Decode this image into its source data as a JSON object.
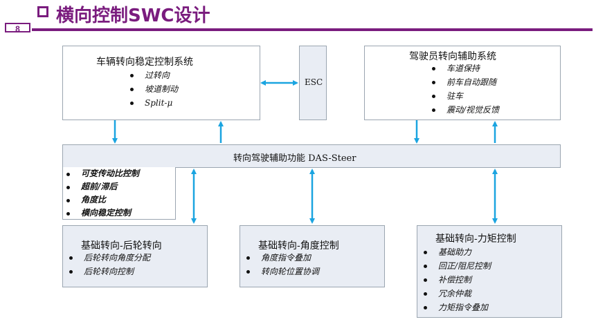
{
  "header": {
    "slide_number": "8",
    "title": "横向控制SWC设计"
  },
  "stability": {
    "title": "车辆转向稳定控制系统",
    "items": [
      "过转向",
      "坡道制动",
      "Split-μ"
    ]
  },
  "esc": {
    "label": "ESC"
  },
  "driver_assist": {
    "title": "驾驶员转向辅助系统",
    "items": [
      "车道保持",
      "前车自动跟随",
      "驻车",
      "震动/视觉反馈"
    ]
  },
  "das": {
    "label": "转向驾驶辅助功能 DAS-Steer"
  },
  "das_features": {
    "items": [
      "可变传动比控制",
      "超前/滞后",
      "角度比",
      "横向稳定控制"
    ]
  },
  "rear": {
    "title": "基础转向-后轮转向",
    "items": [
      "后轮转向角度分配",
      "后轮转向控制"
    ]
  },
  "angle": {
    "title": "基础转向-角度控制",
    "items": [
      "角度指令叠加",
      "转向轮位置协调"
    ]
  },
  "torque": {
    "title": "基础转向-力矩控制",
    "items": [
      "基础助力",
      "回正/阻尼控制",
      "补偿控制",
      "冗余仲裁",
      "力矩指令叠加"
    ]
  },
  "colors": {
    "accent": "#7a1c7e",
    "arrow": "#1aa4e0",
    "box_fill": "#e9edf4",
    "box_border": "#9aa5b0"
  }
}
